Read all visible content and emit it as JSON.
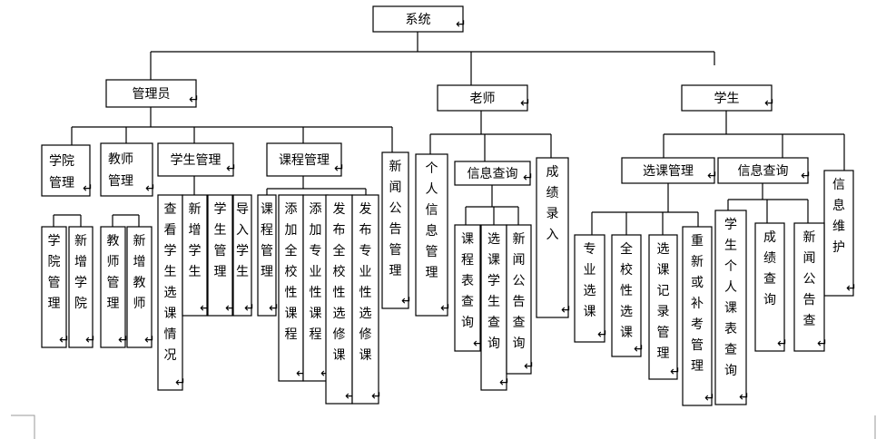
{
  "diagram": {
    "title": "系统",
    "nodes": [
      {
        "id": "root",
        "label": "系统",
        "orient": "h"
      },
      {
        "id": "admin",
        "label": "管理员",
        "orient": "h"
      },
      {
        "id": "teacher",
        "label": "老师",
        "orient": "h"
      },
      {
        "id": "student",
        "label": "学生",
        "orient": "h"
      },
      {
        "id": "a_college",
        "label": "学院管理",
        "orient": "h"
      },
      {
        "id": "a_teacher",
        "label": "教师管理",
        "orient": "h"
      },
      {
        "id": "a_student",
        "label": "学生管理",
        "orient": "h"
      },
      {
        "id": "a_course",
        "label": "课程管理",
        "orient": "h"
      },
      {
        "id": "a_news",
        "label": "新闻公告管理",
        "orient": "v"
      },
      {
        "id": "a_college_1",
        "label": "学院管理",
        "orient": "v"
      },
      {
        "id": "a_college_2",
        "label": "新增学院",
        "orient": "v"
      },
      {
        "id": "a_teacher_1",
        "label": "教师管理",
        "orient": "v"
      },
      {
        "id": "a_teacher_2",
        "label": "新增教师",
        "orient": "v"
      },
      {
        "id": "a_student_1",
        "label": "查看学生选课情况",
        "orient": "v"
      },
      {
        "id": "a_student_2",
        "label": "新增学生",
        "orient": "v"
      },
      {
        "id": "a_student_3",
        "label": "学生管理",
        "orient": "v"
      },
      {
        "id": "a_student_4",
        "label": "导入学生",
        "orient": "v"
      },
      {
        "id": "a_course_1",
        "label": "课程管理",
        "orient": "v"
      },
      {
        "id": "a_course_2",
        "label": "添加全校性课程",
        "orient": "v"
      },
      {
        "id": "a_course_3",
        "label": "添加专业性课程",
        "orient": "v"
      },
      {
        "id": "a_course_4",
        "label": "发布全校性选修课",
        "orient": "v"
      },
      {
        "id": "a_course_5",
        "label": "发布专业性选修课",
        "orient": "v"
      },
      {
        "id": "t_personal",
        "label": "个人信息管理",
        "orient": "v"
      },
      {
        "id": "t_query",
        "label": "信息查询",
        "orient": "h"
      },
      {
        "id": "t_grade",
        "label": "成绩录入",
        "orient": "v"
      },
      {
        "id": "t_query_1",
        "label": "课程表查询",
        "orient": "v"
      },
      {
        "id": "t_query_2",
        "label": "选课学生查询",
        "orient": "v"
      },
      {
        "id": "t_query_3",
        "label": "新闻公告查询",
        "orient": "v"
      },
      {
        "id": "s_select",
        "label": "选课管理",
        "orient": "h"
      },
      {
        "id": "s_query",
        "label": "信息查询",
        "orient": "h"
      },
      {
        "id": "s_info",
        "label": "信息维护",
        "orient": "v"
      },
      {
        "id": "s_select_1",
        "label": "专业选课",
        "orient": "v"
      },
      {
        "id": "s_select_2",
        "label": "全校性选课",
        "orient": "v"
      },
      {
        "id": "s_select_3",
        "label": "选课记录管理",
        "orient": "v"
      },
      {
        "id": "s_select_4",
        "label": "重新或补考管理",
        "orient": "v"
      },
      {
        "id": "s_query_1",
        "label": "学生个人课表查询",
        "orient": "v"
      },
      {
        "id": "s_query_2",
        "label": "成绩查询",
        "orient": "v"
      },
      {
        "id": "s_query_3",
        "label": "新闻公告查",
        "orient": "v"
      }
    ]
  },
  "colors": {
    "stroke": "#000000",
    "fill": "#ffffff",
    "mark": "#666666"
  }
}
